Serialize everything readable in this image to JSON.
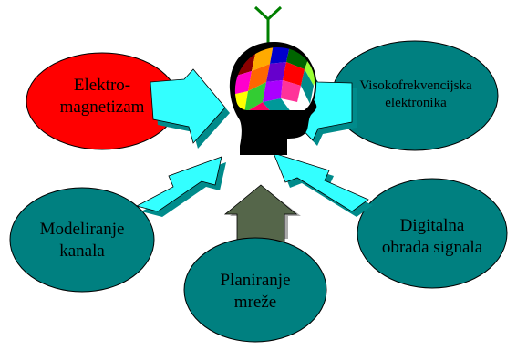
{
  "nodes": {
    "elektromagnetizam": {
      "line1": "Elektro-",
      "line2": "magnetizam",
      "color": "#ff0000"
    },
    "visokofrekvencijska": {
      "line1": "Visokofrekvencijska",
      "line2": "elektronika",
      "color": "#008080"
    },
    "modeliranje": {
      "line1": "Modeliranje",
      "line2": "kanala",
      "color": "#008080"
    },
    "digitalna": {
      "line1": "Digitalna",
      "line2": "obrada signala",
      "color": "#008080"
    },
    "planiranje": {
      "line1": "Planiranje",
      "line2": "mreže",
      "color": "#008080"
    }
  },
  "colors": {
    "arrow_fill": "#33ffff",
    "arrow_shadow": "#008b8b",
    "center_arrow": "#55664a",
    "center_arrow_shadow": "#aaaaaa",
    "head": "#000000",
    "antenna": "#008000"
  },
  "icons": {
    "center": "head-with-colorful-brain-icon",
    "antenna": "antenna-icon"
  }
}
